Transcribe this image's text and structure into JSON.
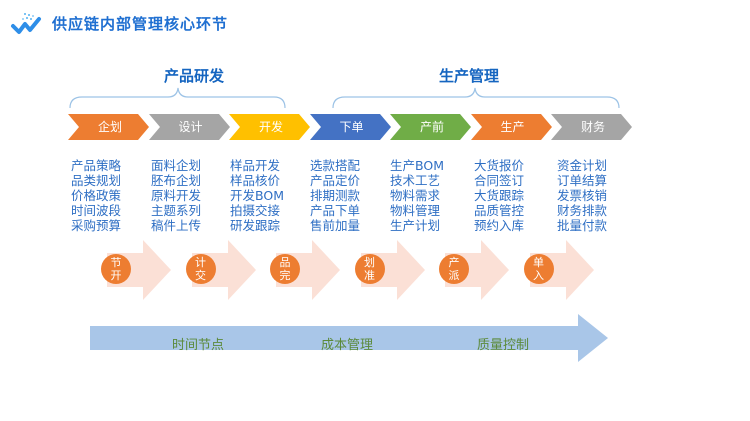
{
  "header": {
    "title": "供应链内部管理核心环节",
    "logo_icon": "brand-logo-icon"
  },
  "groups": [
    {
      "label": "产品研发"
    },
    {
      "label": "生产管理"
    }
  ],
  "stages": [
    {
      "label": "企划",
      "color": "#ed7d31",
      "items": [
        "产品策略",
        "品类规划",
        "价格政策",
        "时间波段",
        "采购预算"
      ]
    },
    {
      "label": "设计",
      "color": "#a5a5a5",
      "items": [
        "面料企划",
        "胚布企划",
        "原料开发",
        "主题系列",
        "稿件上传"
      ]
    },
    {
      "label": "开发",
      "color": "#ffc000",
      "items": [
        "样品开发",
        "样品核价",
        "开发BOM",
        "拍摄交接",
        "研发跟踪"
      ]
    },
    {
      "label": "下单",
      "color": "#4472c4",
      "items": [
        "选款搭配",
        "产品定价",
        "排期测款",
        "产品下单",
        "售前加量"
      ]
    },
    {
      "label": "产前",
      "color": "#70ad47",
      "items": [
        "生产BOM",
        "技术工艺",
        "物料需求",
        "物料管理",
        "生产计划"
      ]
    },
    {
      "label": "生产",
      "color": "#ed7d31",
      "items": [
        "大货报价",
        "合同签订",
        "大货跟踪",
        "品质管控",
        "预约入库"
      ]
    },
    {
      "label": "财务",
      "color": "#a5a5a5",
      "items": [
        "资金计划",
        "订单结算",
        "发票核销",
        "财务排款",
        "批量付款"
      ]
    }
  ],
  "milestones": [
    {
      "lines": [
        "节",
        "开"
      ]
    },
    {
      "lines": [
        "计",
        "交"
      ]
    },
    {
      "lines": [
        "品",
        "完"
      ]
    },
    {
      "lines": [
        "划",
        "准"
      ]
    },
    {
      "lines": [
        "产",
        "派"
      ]
    },
    {
      "lines": [
        "单",
        "入"
      ]
    }
  ],
  "bottom_bar": {
    "labels": [
      "时间节点",
      "成本管理",
      "质量控制"
    ]
  },
  "colors": {
    "title": "#1f6fd1",
    "list_text": "#2f6fc4",
    "bracket": "#9dc3e6",
    "milestone_arrow": "#fbe0d6",
    "milestone_circle": "#ed7d31",
    "bottom_arrow": "#a9c6e8",
    "bottom_text": "#5b8a3a"
  }
}
